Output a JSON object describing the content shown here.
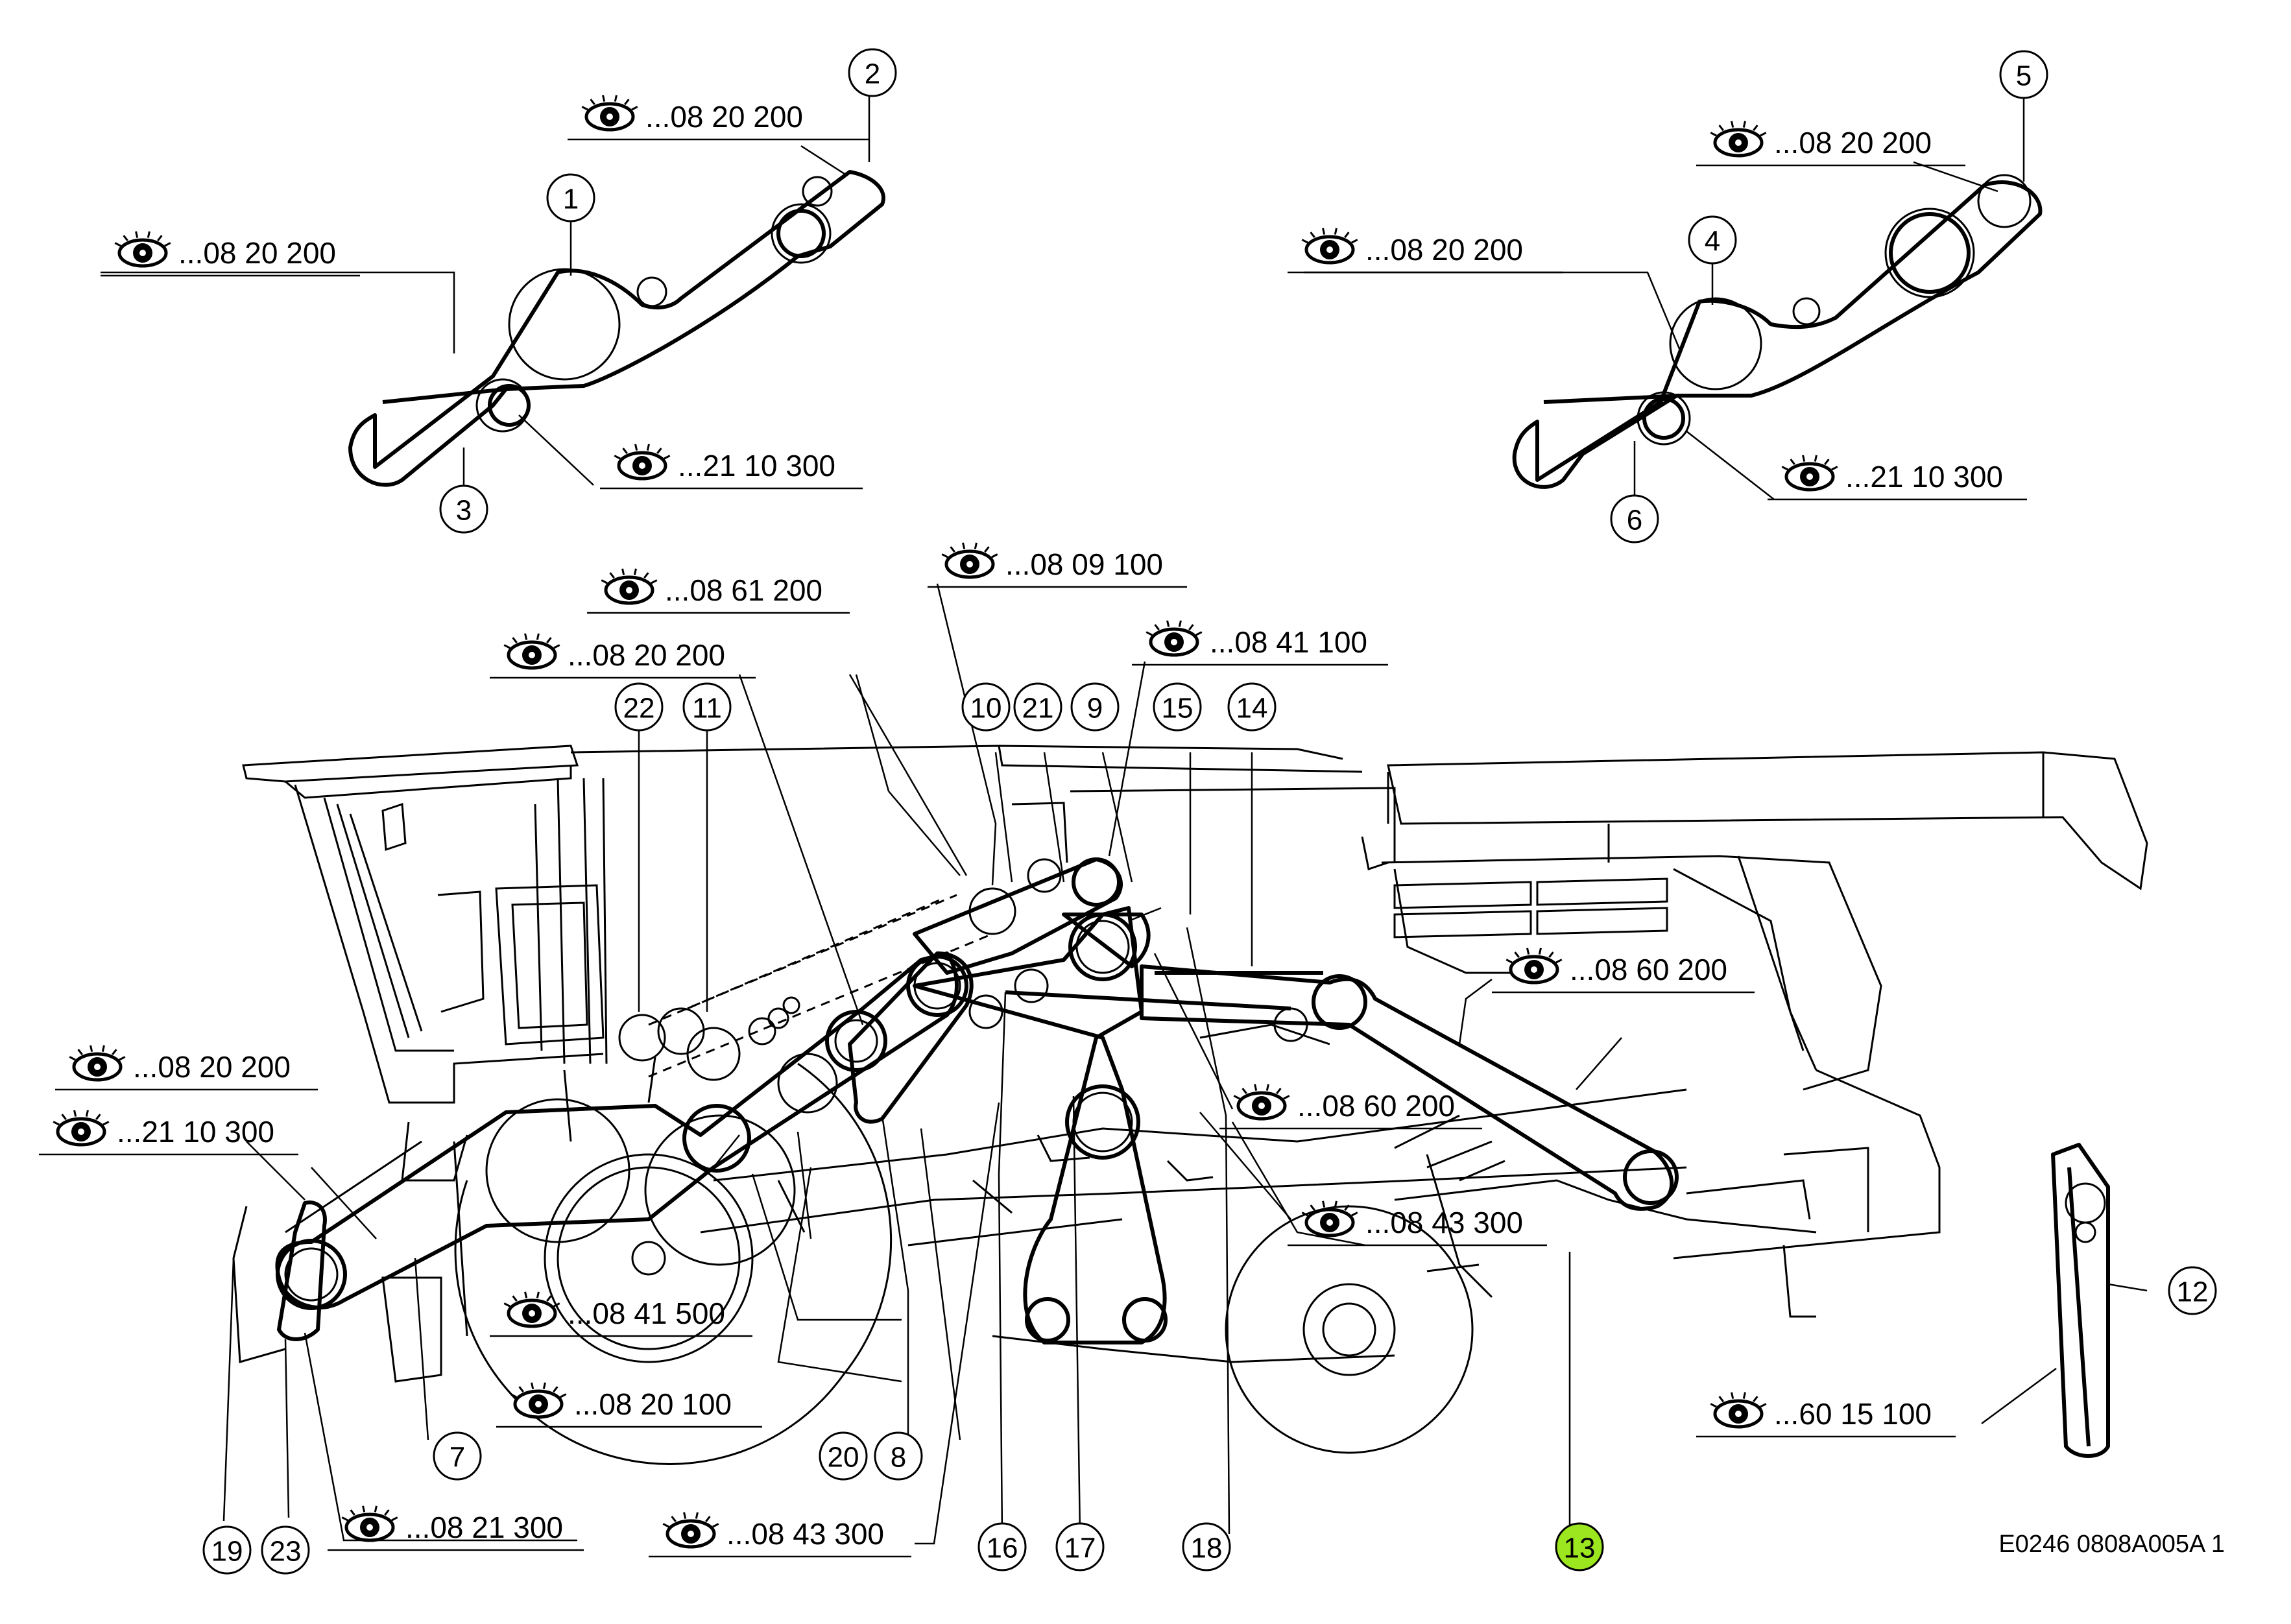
{
  "diagram": {
    "figure_code": "E0246 0808A005A 1",
    "highlight_color": "#9be61e",
    "callouts": [
      {
        "id": "1",
        "label": "1"
      },
      {
        "id": "2",
        "label": "2"
      },
      {
        "id": "3",
        "label": "3"
      },
      {
        "id": "4",
        "label": "4"
      },
      {
        "id": "5",
        "label": "5"
      },
      {
        "id": "6",
        "label": "6"
      },
      {
        "id": "7",
        "label": "7"
      },
      {
        "id": "8",
        "label": "8"
      },
      {
        "id": "9",
        "label": "9"
      },
      {
        "id": "10",
        "label": "10"
      },
      {
        "id": "11",
        "label": "11"
      },
      {
        "id": "12",
        "label": "12"
      },
      {
        "id": "13",
        "label": "13",
        "highlighted": true
      },
      {
        "id": "14",
        "label": "14"
      },
      {
        "id": "15",
        "label": "15"
      },
      {
        "id": "16",
        "label": "16"
      },
      {
        "id": "17",
        "label": "17"
      },
      {
        "id": "18",
        "label": "18"
      },
      {
        "id": "19",
        "label": "19"
      },
      {
        "id": "20",
        "label": "20"
      },
      {
        "id": "21",
        "label": "21"
      },
      {
        "id": "22",
        "label": "22"
      },
      {
        "id": "23",
        "label": "23"
      }
    ],
    "references": [
      {
        "id": "ref-a",
        "text": "...08 20 200"
      },
      {
        "id": "ref-b",
        "text": "...08 20 200"
      },
      {
        "id": "ref-c",
        "text": "...21 10 300"
      },
      {
        "id": "ref-d",
        "text": "...08 20 200"
      },
      {
        "id": "ref-e",
        "text": "...08 20 200"
      },
      {
        "id": "ref-f",
        "text": "...21 10 300"
      },
      {
        "id": "ref-g",
        "text": "...08 61 200"
      },
      {
        "id": "ref-h",
        "text": "...08 09 100"
      },
      {
        "id": "ref-i",
        "text": "...08 20 200"
      },
      {
        "id": "ref-j",
        "text": "...08 41 100"
      },
      {
        "id": "ref-k",
        "text": "...08 60 200"
      },
      {
        "id": "ref-l",
        "text": "...08 20 200"
      },
      {
        "id": "ref-m",
        "text": "...21 10 300"
      },
      {
        "id": "ref-n",
        "text": "...08 60 200"
      },
      {
        "id": "ref-o",
        "text": "...08 43 300"
      },
      {
        "id": "ref-p",
        "text": "...08 41 500"
      },
      {
        "id": "ref-q",
        "text": "...08 20 100"
      },
      {
        "id": "ref-r",
        "text": "...60 15 100"
      },
      {
        "id": "ref-s",
        "text": "...08 21 300"
      },
      {
        "id": "ref-t",
        "text": "...08 43 300"
      }
    ],
    "icon": "eye-icon"
  }
}
